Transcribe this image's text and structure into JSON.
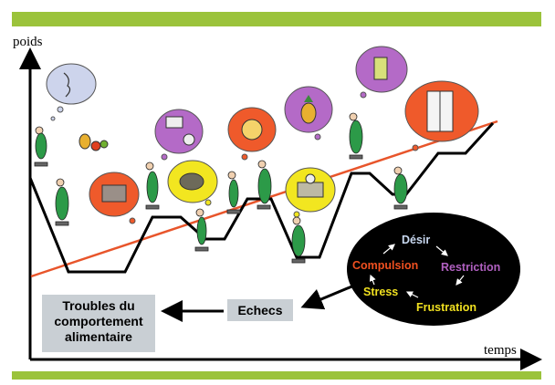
{
  "axes": {
    "y_label": "poids",
    "x_label": "temps"
  },
  "boxes": {
    "troubles_line1": "Troubles du",
    "troubles_line2": "comportement",
    "troubles_line3": "alimentaire",
    "echecs": "Echecs"
  },
  "cycle": {
    "desir": "Désir",
    "restriction": "Restriction",
    "frustration": "Frustration",
    "stress": "Stress",
    "compulsion": "Compulsion"
  },
  "colors": {
    "accent_bar": "#9bc33b",
    "trend_line": "#e8552b",
    "desir": "#c8d8f0",
    "restriction": "#b060c0",
    "frustration": "#f0e020",
    "stress": "#f0e020",
    "compulsion": "#f05020"
  },
  "icons": [
    "woman-scale-icon",
    "thought-cloud-icon",
    "fruit-icon",
    "fridge-icon",
    "fast-food-icon",
    "drink-icon",
    "cake-icon"
  ]
}
